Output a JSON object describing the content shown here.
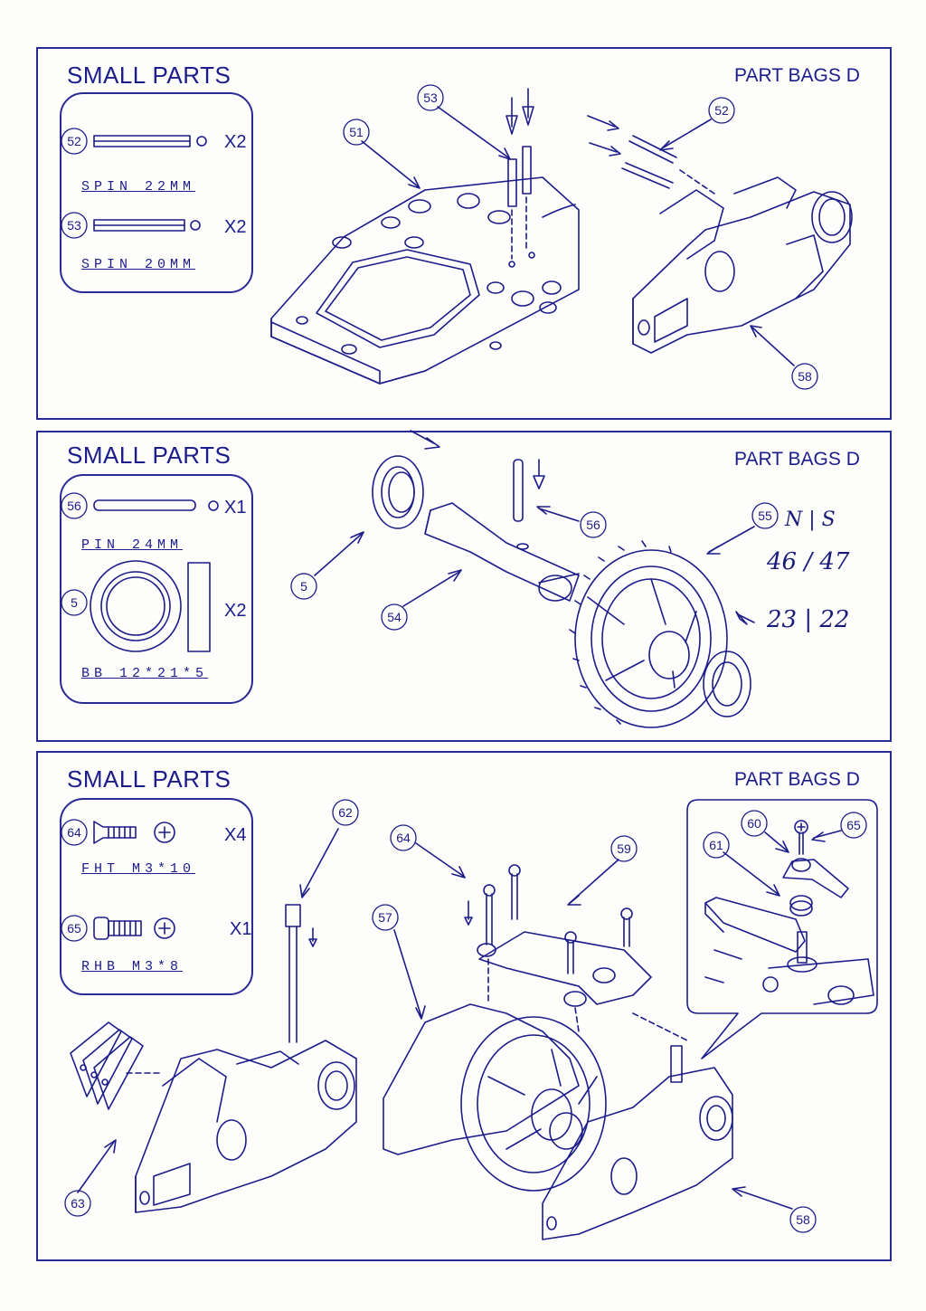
{
  "panels": [
    {
      "title": "SMALL PARTS",
      "bag": "PART BAGS D",
      "items": [
        {
          "ref": "52",
          "qty": "X2",
          "spec": "SPIN 22MM"
        },
        {
          "ref": "53",
          "qty": "X2",
          "spec": "SPIN 20MM"
        }
      ],
      "callouts": [
        "51",
        "53",
        "52",
        "58"
      ]
    },
    {
      "title": "SMALL PARTS",
      "bag": "PART BAGS D",
      "items": [
        {
          "ref": "56",
          "qty": "X1",
          "spec": "PIN 24MM"
        },
        {
          "ref": "5",
          "qty": "X2",
          "spec": "BB 12*21*5"
        }
      ],
      "callouts": [
        "5",
        "54",
        "56",
        "55"
      ],
      "handwritten": {
        "row1": "N | S",
        "row2": "46 / 47",
        "row3": "23 | 22"
      }
    },
    {
      "title": "SMALL PARTS",
      "bag": "PART BAGS D",
      "items": [
        {
          "ref": "64",
          "qty": "X4",
          "spec": "FHT M3*10"
        },
        {
          "ref": "65",
          "qty": "X1",
          "spec": "RHB M3*8"
        }
      ],
      "callouts": [
        "62",
        "63",
        "64",
        "57",
        "59",
        "60",
        "65",
        "61",
        "58"
      ]
    }
  ],
  "colors": {
    "ink": "#1c1c8a",
    "paper": "#fdfdfb"
  }
}
